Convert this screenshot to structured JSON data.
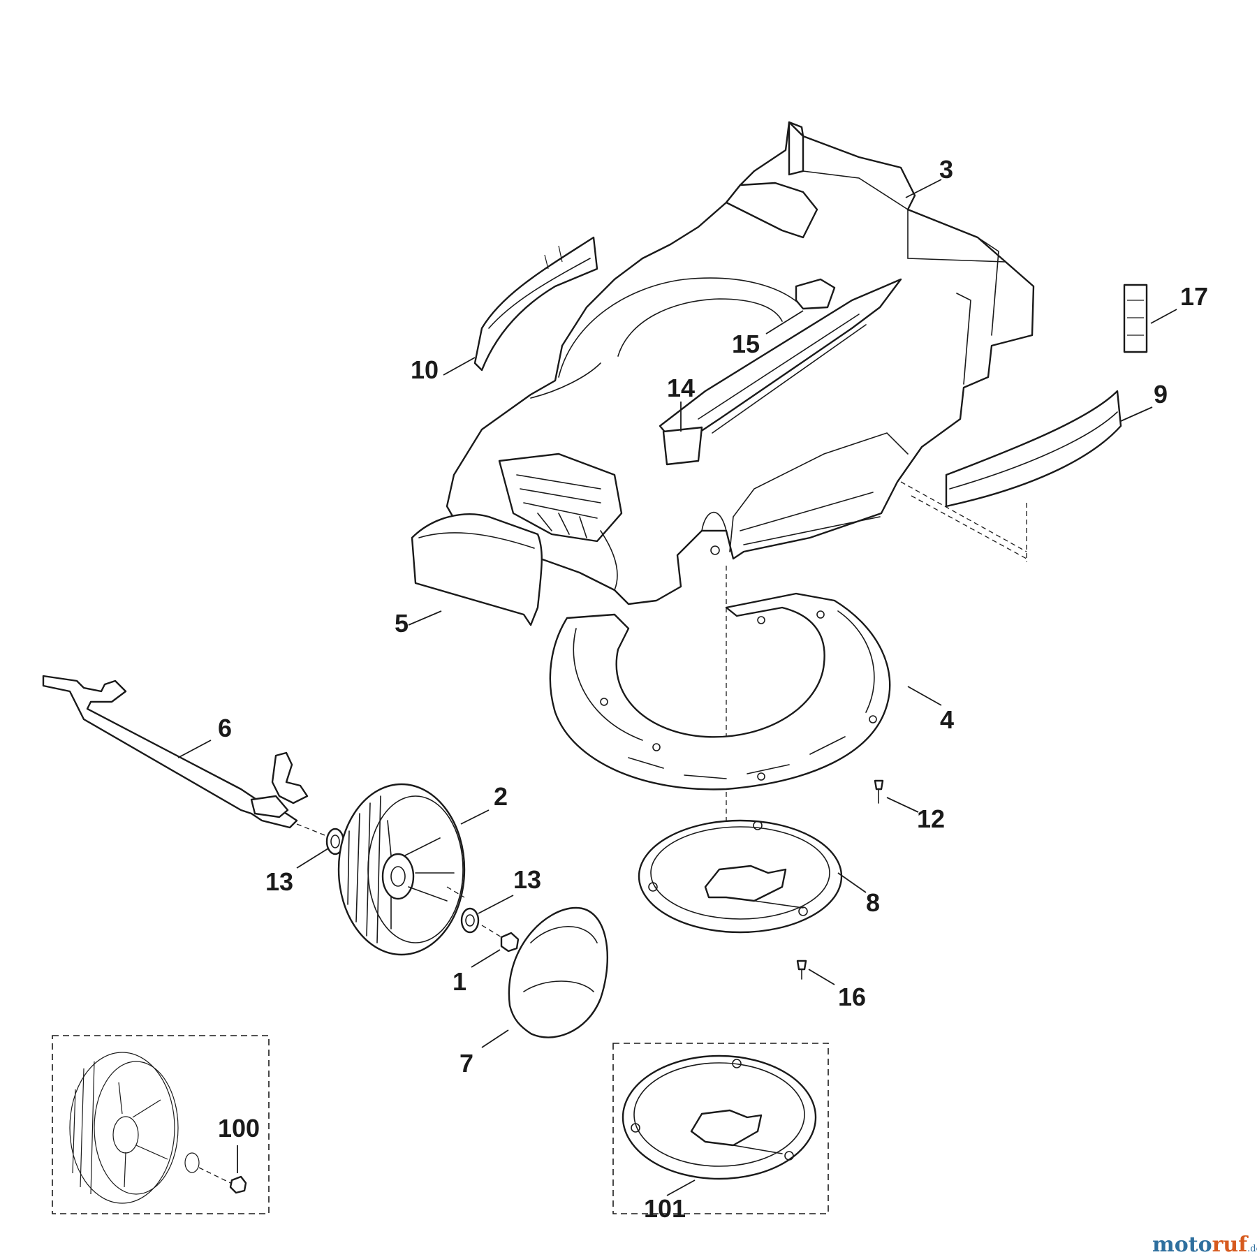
{
  "callouts": {
    "c1": "1",
    "c2": "2",
    "c3": "3",
    "c4": "4",
    "c5": "5",
    "c6": "6",
    "c7": "7",
    "c8": "8",
    "c9": "9",
    "c10": "10",
    "c12": "12",
    "c13a": "13",
    "c13b": "13",
    "c14": "14",
    "c15": "15",
    "c16": "16",
    "c17": "17",
    "c100": "100",
    "c101": "101"
  },
  "watermark": {
    "part1": "moto",
    "part2": "ruf",
    "suffix": ".de"
  },
  "colors": {
    "line": "#1a1a1a",
    "watermark_blue": "#2e6f9e",
    "watermark_orange": "#d65a1e"
  }
}
